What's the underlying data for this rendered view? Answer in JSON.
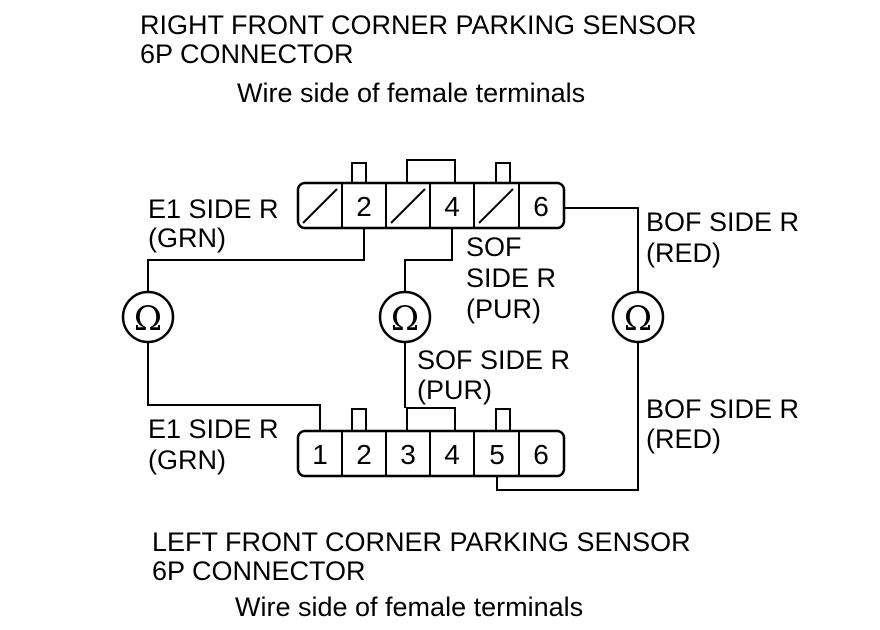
{
  "top_connector": {
    "title_line1": "RIGHT FRONT CORNER PARKING SENSOR",
    "title_line2": "6P CONNECTOR",
    "subtitle": "Wire side of female terminals",
    "pins": [
      "",
      "2",
      "",
      "4",
      "",
      "6"
    ]
  },
  "bottom_connector": {
    "title_line1": "LEFT FRONT CORNER PARKING SENSOR",
    "title_line2": "6P CONNECTOR",
    "subtitle": "Wire side of female terminals",
    "pins": [
      "1",
      "2",
      "3",
      "4",
      "5",
      "6"
    ]
  },
  "labels": {
    "e1_top_line1": "E1 SIDE R",
    "e1_top_line2": "(GRN)",
    "sof_top_line1": "SOF",
    "sof_top_line2": "SIDE R",
    "sof_top_line3": "(PUR)",
    "bof_top_line1": "BOF SIDE R",
    "bof_top_line2": "(RED)",
    "e1_bottom_line1": "E1 SIDE R",
    "e1_bottom_line2": "(GRN)",
    "sof_bottom_line1": "SOF SIDE R",
    "sof_bottom_line2": "(PUR)",
    "bof_bottom_line1": "BOF SIDE R",
    "bof_bottom_line2": "(RED)"
  },
  "meters": {
    "symbol": "Ω",
    "icon": "ohmmeter-icon"
  }
}
